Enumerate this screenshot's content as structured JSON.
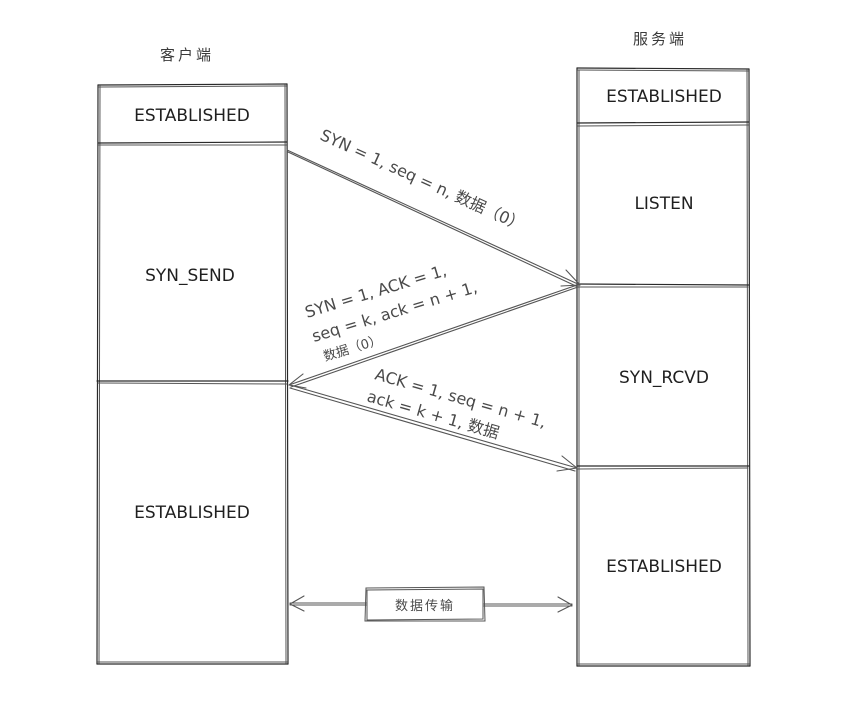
{
  "client": {
    "header": "客户端",
    "states": [
      "ESTABLISHED",
      "SYN_SEND",
      "ESTABLISHED"
    ]
  },
  "server": {
    "header": "服务端",
    "states": [
      "ESTABLISHED",
      "LISTEN",
      "SYN_RCVD",
      "ESTABLISHED"
    ]
  },
  "messages": {
    "syn": {
      "line1": "SYN = 1,  seq = n,  数据（0）"
    },
    "syn_ack": {
      "line1": "SYN = 1,  ACK = 1,",
      "line2": "seq = k,  ack = n + 1,",
      "line3": "数据（0）"
    },
    "ack": {
      "line1": "ACK = 1,  seq = n + 1,",
      "line2": "ack = k + 1,  数据"
    }
  },
  "data_transfer": {
    "label": "数据传输"
  },
  "colors": {
    "stroke": "#2a2a2a",
    "arrow": "#555555",
    "text": "#1f1f1f",
    "background": "#ffffff"
  }
}
